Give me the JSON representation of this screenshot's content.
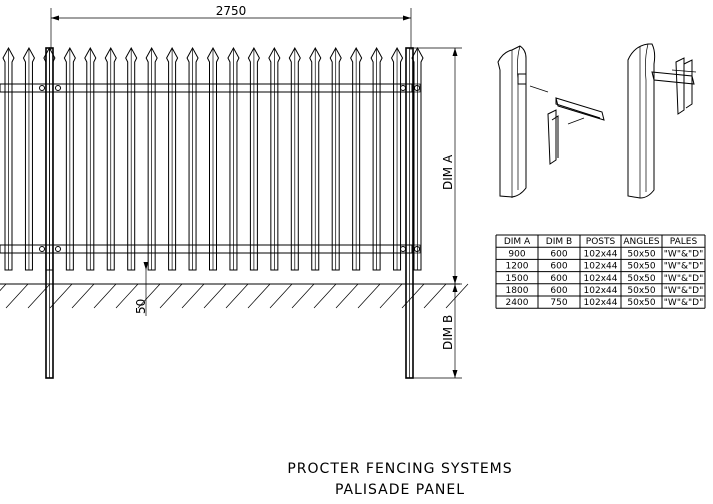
{
  "dimensions": {
    "width_label": "2750",
    "dim_a_label": "DIM A",
    "dim_b_label": "DIM B",
    "ground_clearance_label": "50"
  },
  "table": {
    "headers": [
      "DIM A",
      "DIM B",
      "POSTS",
      "ANGLES",
      "PALES"
    ],
    "rows": [
      [
        "900",
        "600",
        "102x44",
        "50x50",
        "\"W\"&\"D\""
      ],
      [
        "1200",
        "600",
        "102x44",
        "50x50",
        "\"W\"&\"D\""
      ],
      [
        "1500",
        "600",
        "102x44",
        "50x50",
        "\"W\"&\"D\""
      ],
      [
        "1800",
        "600",
        "102x44",
        "50x50",
        "\"W\"&\"D\""
      ],
      [
        "2400",
        "750",
        "102x44",
        "50x50",
        "\"W\"&\"D\""
      ]
    ]
  },
  "title": {
    "line1": "PROCTER FENCING SYSTEMS",
    "line2": "PALISADE PANEL"
  }
}
